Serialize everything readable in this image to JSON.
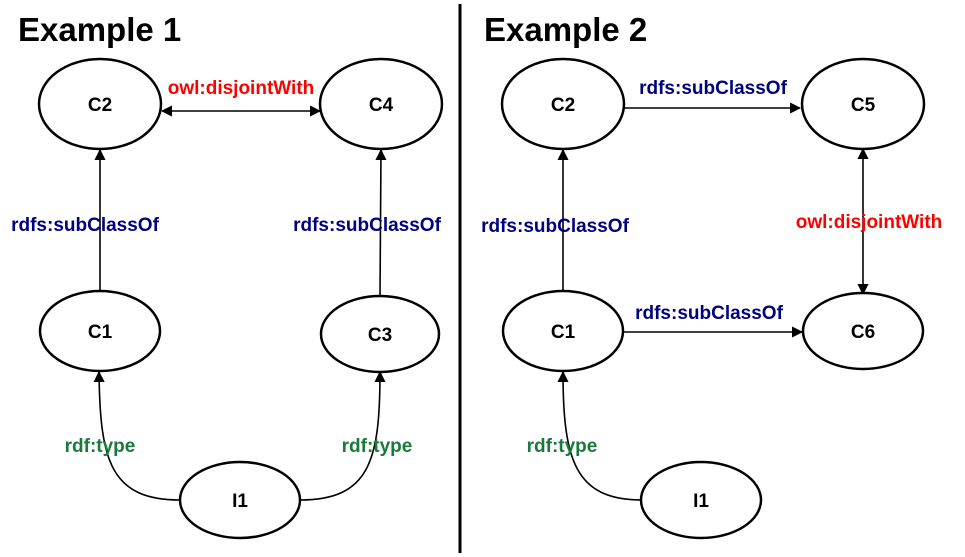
{
  "examples": [
    {
      "title": "Example 1",
      "nodes": [
        {
          "id": "e1_c2",
          "label": "C2"
        },
        {
          "id": "e1_c4",
          "label": "C4"
        },
        {
          "id": "e1_c1",
          "label": "C1"
        },
        {
          "id": "e1_c3",
          "label": "C3"
        },
        {
          "id": "e1_i1",
          "label": "I1"
        }
      ],
      "edges": [
        {
          "id": "e1_disjoint",
          "from": "C2",
          "to": "C4",
          "label": "owl:disjointWith",
          "direction": "both"
        },
        {
          "id": "e1_sub_c1_c2",
          "from": "C1",
          "to": "C2",
          "label": "rdfs:subClassOf",
          "direction": "forward"
        },
        {
          "id": "e1_sub_c3_c4",
          "from": "C3",
          "to": "C4",
          "label": "rdfs:subClassOf",
          "direction": "forward"
        },
        {
          "id": "e1_type_c1",
          "from": "I1",
          "to": "C1",
          "label": "rdf:type",
          "direction": "forward"
        },
        {
          "id": "e1_type_c3",
          "from": "I1",
          "to": "C3",
          "label": "rdf:type",
          "direction": "forward"
        }
      ]
    },
    {
      "title": "Example 2",
      "nodes": [
        {
          "id": "e2_c2",
          "label": "C2"
        },
        {
          "id": "e2_c5",
          "label": "C5"
        },
        {
          "id": "e2_c1",
          "label": "C1"
        },
        {
          "id": "e2_c6",
          "label": "C6"
        },
        {
          "id": "e2_i1",
          "label": "I1"
        }
      ],
      "edges": [
        {
          "id": "e2_sub_c2_c5",
          "from": "C2",
          "to": "C5",
          "label": "rdfs:subClassOf",
          "direction": "forward"
        },
        {
          "id": "e2_sub_c1_c2",
          "from": "C1",
          "to": "C2",
          "label": "rdfs:subClassOf",
          "direction": "forward"
        },
        {
          "id": "e2_disjoint",
          "from": "C5",
          "to": "C6",
          "label": "owl:disjointWith",
          "direction": "both"
        },
        {
          "id": "e2_sub_c1_c6",
          "from": "C1",
          "to": "C6",
          "label": "rdfs:subClassOf",
          "direction": "forward"
        },
        {
          "id": "e2_type_c1",
          "from": "I1",
          "to": "C1",
          "label": "rdf:type",
          "direction": "forward"
        }
      ]
    }
  ],
  "colors": {
    "subclass": "#000080",
    "disjoint": "#ff0000",
    "type": "#1a7a3c",
    "divider": "#000000"
  }
}
